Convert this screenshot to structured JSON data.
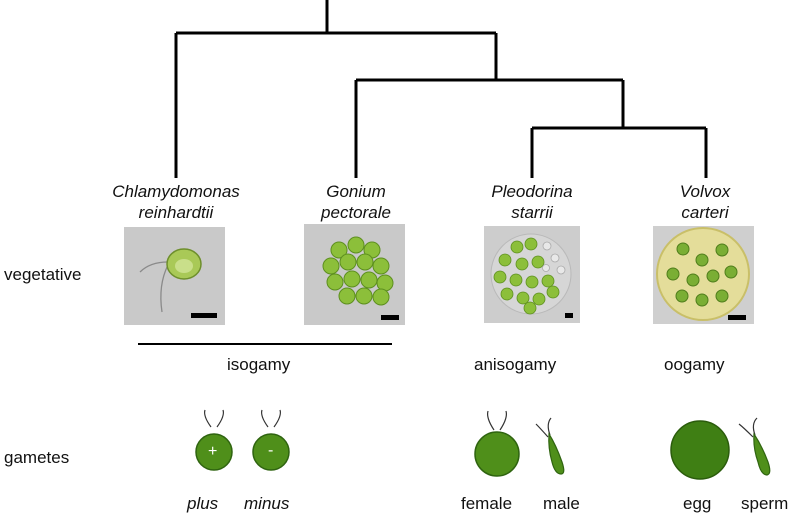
{
  "species": [
    {
      "line1": "Chlamydomonas",
      "line2": "reinhardtii"
    },
    {
      "line1": "Gonium",
      "line2": "pectorale"
    },
    {
      "line1": "Pleodorina",
      "line2": "starrii"
    },
    {
      "line1": "Volvox",
      "line2": "carteri"
    }
  ],
  "rows": {
    "vegetative": "vegetative",
    "gametes": "gametes"
  },
  "mating": {
    "isogamy": "isogamy",
    "anisogamy": "anisogamy",
    "oogamy": "oogamy"
  },
  "gamete_labels": {
    "plus": "plus",
    "minus": "minus",
    "female": "female",
    "male": "male",
    "egg": "egg",
    "sperm": "sperm",
    "plus_sign": "+",
    "minus_sign": "-"
  },
  "colors": {
    "tree_line": "#000000",
    "gamete_green": "#4f8f1a",
    "gamete_dark": "#2f6410",
    "cell_green": "#8cbf3a",
    "photo_background": "#cdcdcd"
  }
}
